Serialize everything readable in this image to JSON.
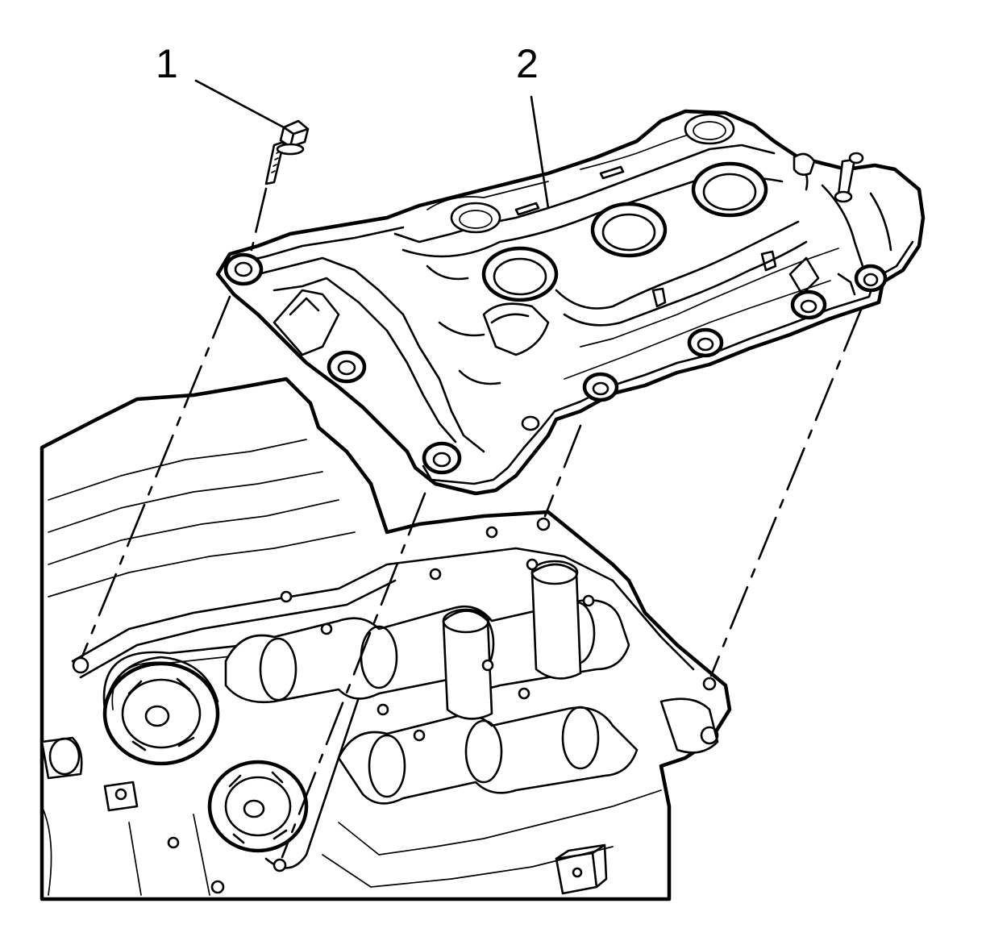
{
  "callouts": [
    {
      "label": "1",
      "part": "bolt"
    },
    {
      "label": "2",
      "part": "camshaft-cover"
    }
  ],
  "colors": {
    "line": "#000000",
    "background": "#ffffff"
  }
}
